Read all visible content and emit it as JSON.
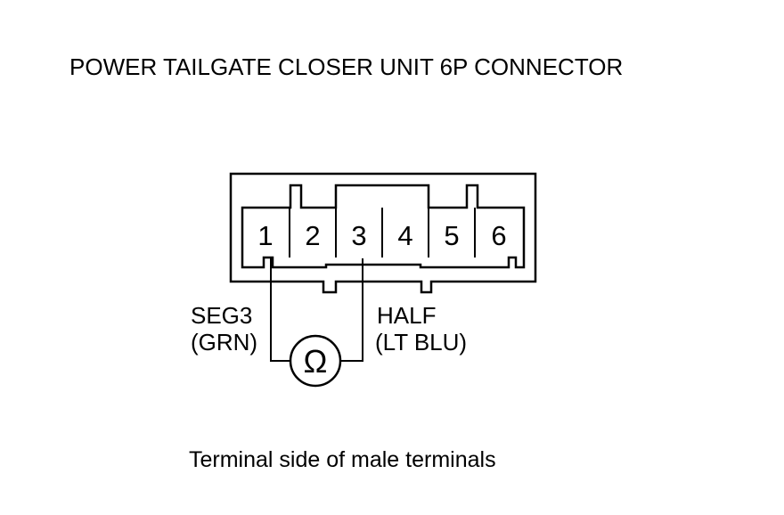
{
  "title": "POWER TAILGATE CLOSER UNIT 6P CONNECTOR",
  "connector": {
    "pins": [
      "1",
      "2",
      "3",
      "4",
      "5",
      "6"
    ]
  },
  "probes": {
    "left": {
      "signal": "SEG3",
      "wire_color": "(GRN)",
      "pin": "1"
    },
    "right": {
      "signal": "HALF",
      "wire_color": "(LT BLU)",
      "pin": "3"
    },
    "meter_symbol": "Ω",
    "meter_icon": "ohmmeter-icon"
  },
  "caption": "Terminal side of male terminals",
  "colors": {
    "line": "#000000",
    "background": "#ffffff"
  }
}
